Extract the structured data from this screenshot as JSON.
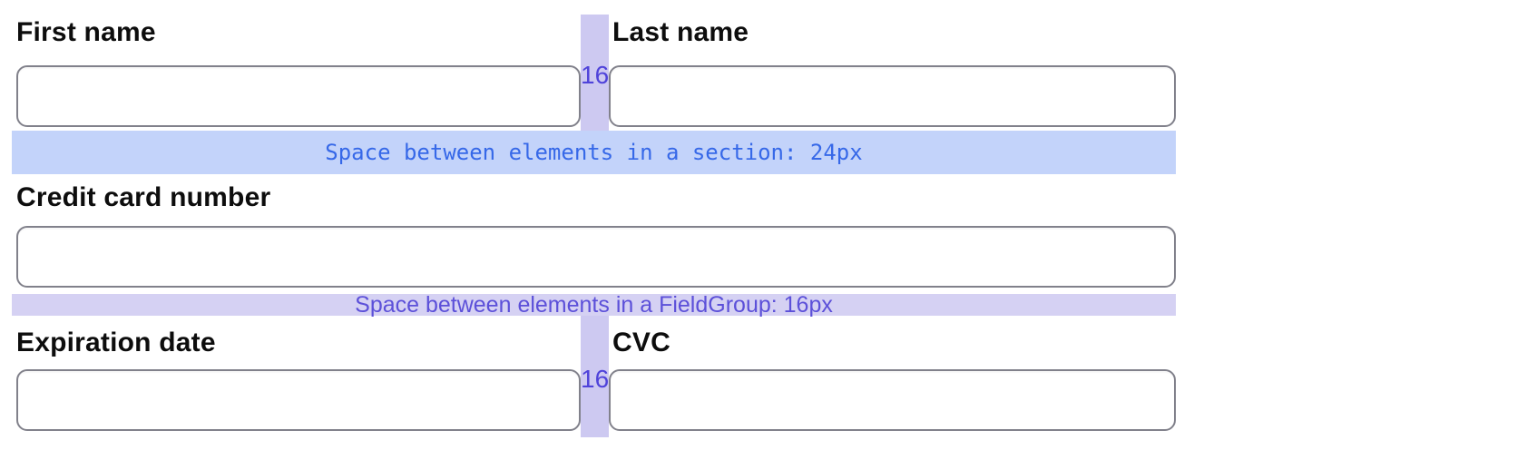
{
  "form": {
    "rows": [
      {
        "fields": [
          {
            "label": "First name",
            "value": "",
            "placeholder": ""
          },
          {
            "label": "Last name",
            "value": "",
            "placeholder": ""
          }
        ],
        "column_gap_px": "16"
      },
      {
        "fields": [
          {
            "label": "Credit card number",
            "value": "",
            "placeholder": ""
          }
        ]
      },
      {
        "fields": [
          {
            "label": "Expiration date",
            "value": "",
            "placeholder": ""
          },
          {
            "label": "CVC",
            "value": "",
            "placeholder": ""
          }
        ],
        "column_gap_px": "16"
      }
    ]
  },
  "spacing_annotations": {
    "section": {
      "text": "Space between elements in a section: 24px",
      "band_color": "#c3d3fa",
      "text_color": "#3668e8"
    },
    "field_group": {
      "text": "Space between elements in a FieldGroup: 16px",
      "band_color": "#d5d1f3",
      "text_color": "#5c50d9"
    },
    "column_gap": {
      "value": "16",
      "band_color": "#cdc9f1",
      "text_color": "#4f43da"
    }
  },
  "colors": {
    "background": "#ffffff",
    "label_text": "#0d0d0d",
    "input_border": "#81818b"
  }
}
